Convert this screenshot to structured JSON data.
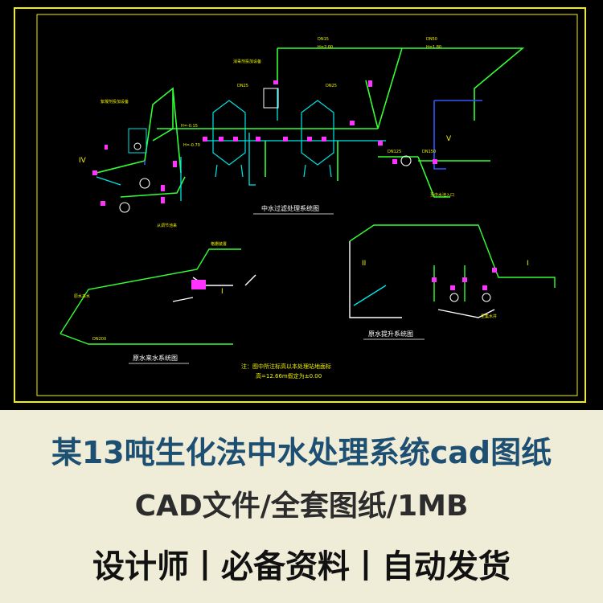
{
  "diagram": {
    "upper_title": "中水过滤处理系统图",
    "lower_left_title": "原水来水系统图",
    "lower_right_title": "原水提升系统图",
    "note_line1": "注：图中所注标高以本处理站地面标",
    "note_line2": "高=12.66m假定为±0.00",
    "roman_IV": "IV",
    "roman_V": "V",
    "roman_II": "II",
    "roman_I_right": "I",
    "roman_I_lower": "I",
    "label_dosing": "絮凝剂投加设备",
    "label_disinfect": "消毒剂投加设备",
    "label_from_reg": "从调节池来",
    "label_to_pool": "至中水池入口",
    "label_raw_in": "原水来水",
    "label_grille": "格栅装置",
    "label_pump_pit": "至集水井",
    "pipe_dn25_a": "DN25",
    "pipe_dn25_b": "DN25",
    "pipe_dn15": "DN15",
    "pipe_dn50": "DN50",
    "pipe_dn125": "DN125",
    "pipe_dn150": "DN150",
    "pipe_dn200": "DN200",
    "elev_a": "H=-0.15",
    "elev_b": "H=-0.70",
    "elev_c": "H=2.00",
    "elev_d": "H=1.80"
  },
  "banner": {
    "title": "某13吨生化法中水处理系统cad图纸",
    "subtitle": "CAD文件/全套图纸/1MB",
    "tagline": "设计师丨必备资料丨自动发货"
  },
  "colors": {
    "background": "#000000",
    "frame": "#f2f200",
    "pipe_green": "#33ff33",
    "pipe_cyan": "#00e5e5",
    "pipe_blue": "#3355ff",
    "valve_magenta": "#ff33ff",
    "banner_title": "#1d4f73"
  }
}
